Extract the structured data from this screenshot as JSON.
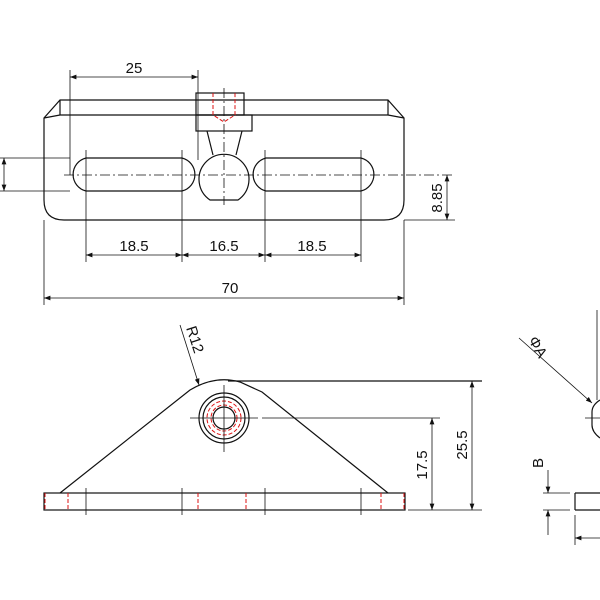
{
  "drawing": {
    "top_view": {
      "dim_25": "25",
      "dim_18_5_left": "18.5",
      "dim_16_5": "16.5",
      "dim_18_5_right": "18.5",
      "dim_70": "70",
      "dim_8_85": "8.85"
    },
    "side_view": {
      "radius": "R12",
      "dim_25_5": "25.5",
      "dim_17_5": "17.5"
    },
    "end_view": {
      "diameter": "ΦA",
      "thickness": "B"
    },
    "hidden_line_color": "#dd1111"
  }
}
